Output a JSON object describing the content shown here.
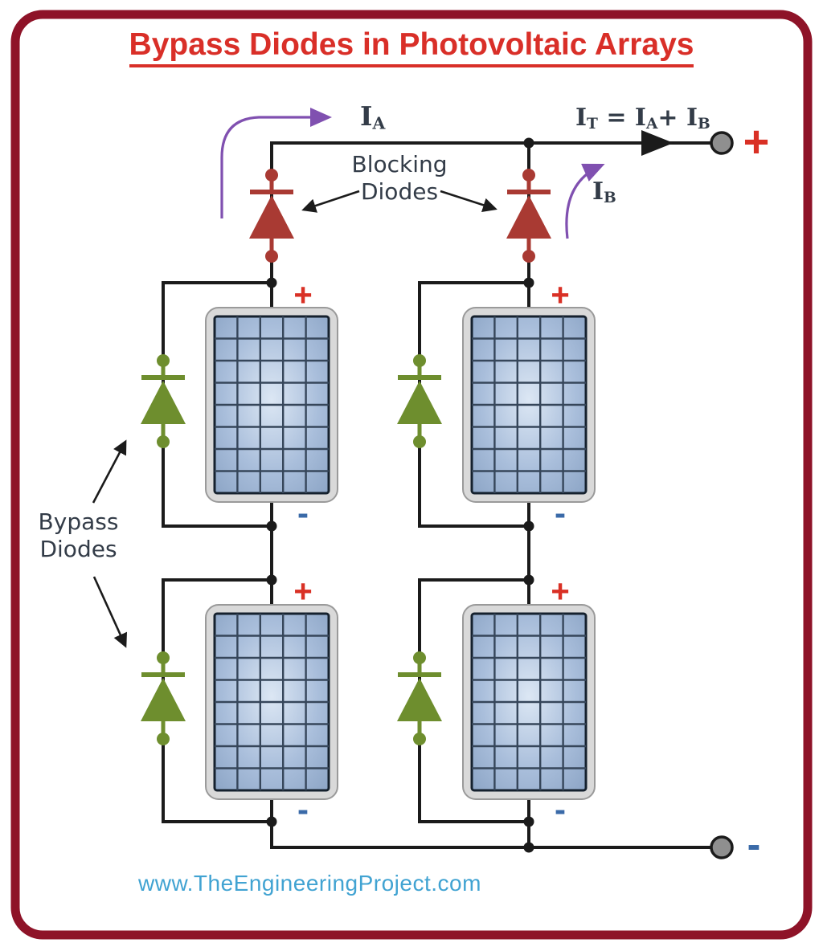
{
  "title": "Bypass Diodes in Photovoltaic Arrays",
  "annotations": {
    "blocking_diodes_label": {
      "line1": "Blocking",
      "line2": "Diodes"
    },
    "bypass_diodes_label": {
      "line1": "Bypass",
      "line2": "Diodes"
    },
    "current_a": {
      "base": "I",
      "sub": "A"
    },
    "current_b": {
      "base": "I",
      "sub": "B"
    },
    "current_total": {
      "lhs_base": "I",
      "lhs_sub": "T",
      "eq": " = ",
      "a_base": "I",
      "a_sub": "A",
      "plus": "+ ",
      "b_base": "I",
      "b_sub": "B"
    }
  },
  "terminals": {
    "positive": "+",
    "negative": "-"
  },
  "panel_polarity": {
    "positive": "+",
    "negative": "-"
  },
  "watermark": "www.TheEngineeringProject.com",
  "components": {
    "solar_panels": {
      "count": 4,
      "grid_columns": 5,
      "grid_rows": 8
    },
    "blocking_diodes": {
      "count": 2
    },
    "bypass_diodes": {
      "count": 4
    }
  },
  "colors": {
    "border_color": "#8e1328",
    "title_color": "#d92f28",
    "wire_color": "#1b1b1b",
    "blocking_diode_color": "#a93a33",
    "bypass_diode_color": "#6e8e2e",
    "terminal_color": "#8f8f8f",
    "panel_frame_color": "#d9d9d9",
    "panel_grid_color": "#36465a",
    "panel_cell_edge": "#8aa3c4",
    "panel_cell_center": "#dce7f4",
    "plus_color": "#d93025",
    "minus_color": "#3a6aa8",
    "current_arrow_color": "#8050b0",
    "label_text_color": "#333c48",
    "watermark_color": "#41a3d2"
  }
}
